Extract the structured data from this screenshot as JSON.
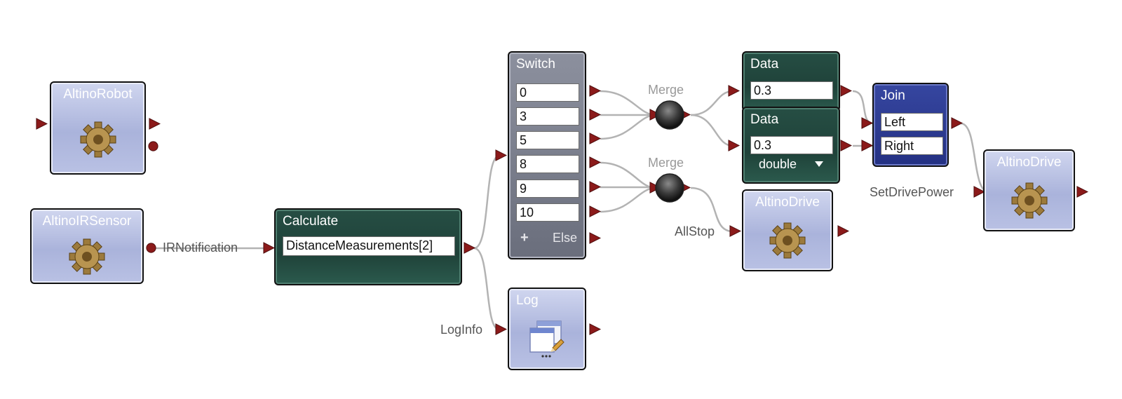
{
  "nodes": {
    "altino_robot": {
      "title": "AltinoRobot"
    },
    "altino_ir_sensor": {
      "title": "AltinoIRSensor"
    },
    "calculate": {
      "title": "Calculate",
      "expression": "DistanceMeasurements[2]"
    },
    "switch": {
      "title": "Switch",
      "cases": [
        "0",
        "3",
        "5",
        "8",
        "9",
        "10"
      ],
      "add_label": "+",
      "else_label": "Else"
    },
    "log": {
      "title": "Log"
    },
    "merge_top": {
      "title": "Merge"
    },
    "merge_bottom": {
      "title": "Merge"
    },
    "data_top": {
      "title": "Data",
      "value": "0.3"
    },
    "data_bottom": {
      "title": "Data",
      "value": "0.3",
      "type": "double"
    },
    "join": {
      "title": "Join",
      "fields": [
        "Left",
        "Right"
      ]
    },
    "altino_drive_mid": {
      "title": "AltinoDrive"
    },
    "altino_drive_right": {
      "title": "AltinoDrive"
    }
  },
  "connections": {
    "ir_notification": "IRNotification",
    "log_info": "LogInfo",
    "all_stop": "AllStop",
    "set_drive_power": "SetDrivePower"
  },
  "colors": {
    "service_block": "#aab3db",
    "activity_block": "#1f4239",
    "switch_block": "#6a6e7c",
    "join_block": "#243183",
    "pin": "#8b1a1a",
    "wire": "#b0b0b0"
  }
}
